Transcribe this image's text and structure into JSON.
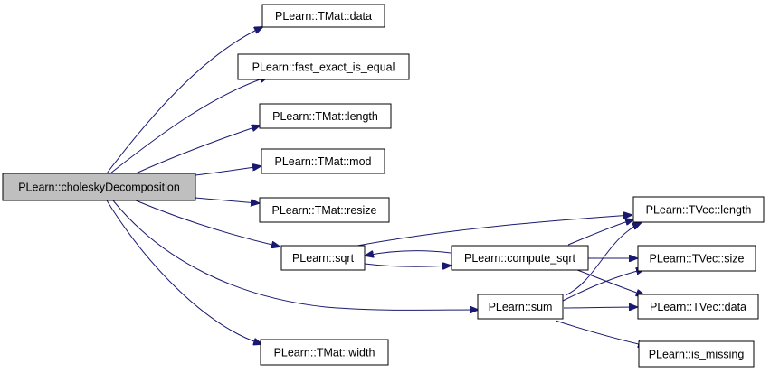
{
  "diagram": {
    "colors": {
      "edge": "#191970",
      "root_fill": "#bfbfbf",
      "node_fill": "#ffffff",
      "border": "#000000"
    },
    "nodes": [
      {
        "id": "chol",
        "label": "PLearn::choleskyDecomposition",
        "root": true
      },
      {
        "id": "data",
        "label": "PLearn::TMat::data"
      },
      {
        "id": "fexact",
        "label": "PLearn::fast_exact_is_equal"
      },
      {
        "id": "length",
        "label": "PLearn::TMat::length"
      },
      {
        "id": "mod",
        "label": "PLearn::TMat::mod"
      },
      {
        "id": "resize",
        "label": "PLearn::TMat::resize"
      },
      {
        "id": "sqrt",
        "label": "PLearn::sqrt"
      },
      {
        "id": "width",
        "label": "PLearn::TMat::width"
      },
      {
        "id": "csqrt",
        "label": "PLearn::compute_sqrt"
      },
      {
        "id": "sum",
        "label": "PLearn::sum"
      },
      {
        "id": "vlength",
        "label": "PLearn::TVec::length"
      },
      {
        "id": "vsize",
        "label": "PLearn::TVec::size"
      },
      {
        "id": "vdata",
        "label": "PLearn::TVec::data"
      },
      {
        "id": "ismissing",
        "label": "PLearn::is_missing"
      }
    ],
    "edges": [
      {
        "from": "chol",
        "to": "data"
      },
      {
        "from": "chol",
        "to": "fexact"
      },
      {
        "from": "chol",
        "to": "length"
      },
      {
        "from": "chol",
        "to": "mod"
      },
      {
        "from": "chol",
        "to": "resize"
      },
      {
        "from": "chol",
        "to": "sqrt"
      },
      {
        "from": "chol",
        "to": "sum"
      },
      {
        "from": "chol",
        "to": "width"
      },
      {
        "from": "sqrt",
        "to": "csqrt"
      },
      {
        "from": "sqrt",
        "to": "vlength"
      },
      {
        "from": "csqrt",
        "to": "sqrt"
      },
      {
        "from": "csqrt",
        "to": "vlength"
      },
      {
        "from": "csqrt",
        "to": "vsize"
      },
      {
        "from": "csqrt",
        "to": "vdata"
      },
      {
        "from": "sum",
        "to": "vlength"
      },
      {
        "from": "sum",
        "to": "vsize"
      },
      {
        "from": "sum",
        "to": "vdata"
      },
      {
        "from": "sum",
        "to": "ismissing"
      }
    ]
  }
}
